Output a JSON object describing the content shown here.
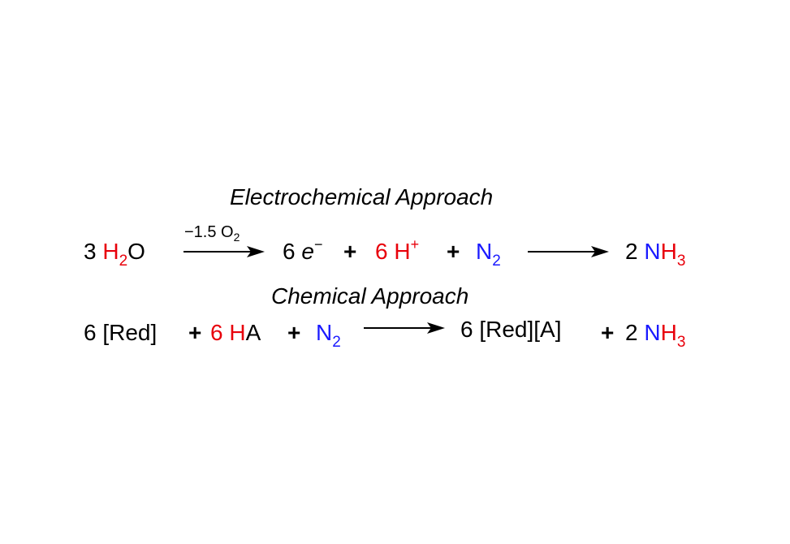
{
  "colors": {
    "text": "#000000",
    "hydrogen_red": "#e8000b",
    "nitrogen_blue": "#1a1aff"
  },
  "electrochemical": {
    "heading": "Electrochemical Approach",
    "reactant_coeff": "3",
    "reactant_h": "H",
    "reactant_h_sub": "2",
    "reactant_o": "O",
    "arrow_condition_main": "−1.5 O",
    "arrow_condition_sub": "2",
    "electron_coeff": "6",
    "electron_symbol": "e",
    "electron_charge": "−",
    "plus_1": "+",
    "proton_coeff": "6",
    "proton_symbol": "H",
    "proton_charge": "+",
    "plus_2": "+",
    "nitrogen_symbol": "N",
    "nitrogen_sub": "2",
    "product_coeff": "2",
    "product_n": "N",
    "product_h": "H",
    "product_h_sub": "3"
  },
  "chemical": {
    "heading": "Chemical Approach",
    "reductant": "6 [Red]",
    "plus_1": "+",
    "acid_coeff": "6",
    "acid_h": "H",
    "acid_a": "A",
    "plus_2": "+",
    "nitrogen_symbol": "N",
    "nitrogen_sub": "2",
    "byproduct": "6 [Red][A]",
    "plus_3": "+",
    "product_coeff": "2",
    "product_n": "N",
    "product_h": "H",
    "product_h_sub": "3"
  }
}
